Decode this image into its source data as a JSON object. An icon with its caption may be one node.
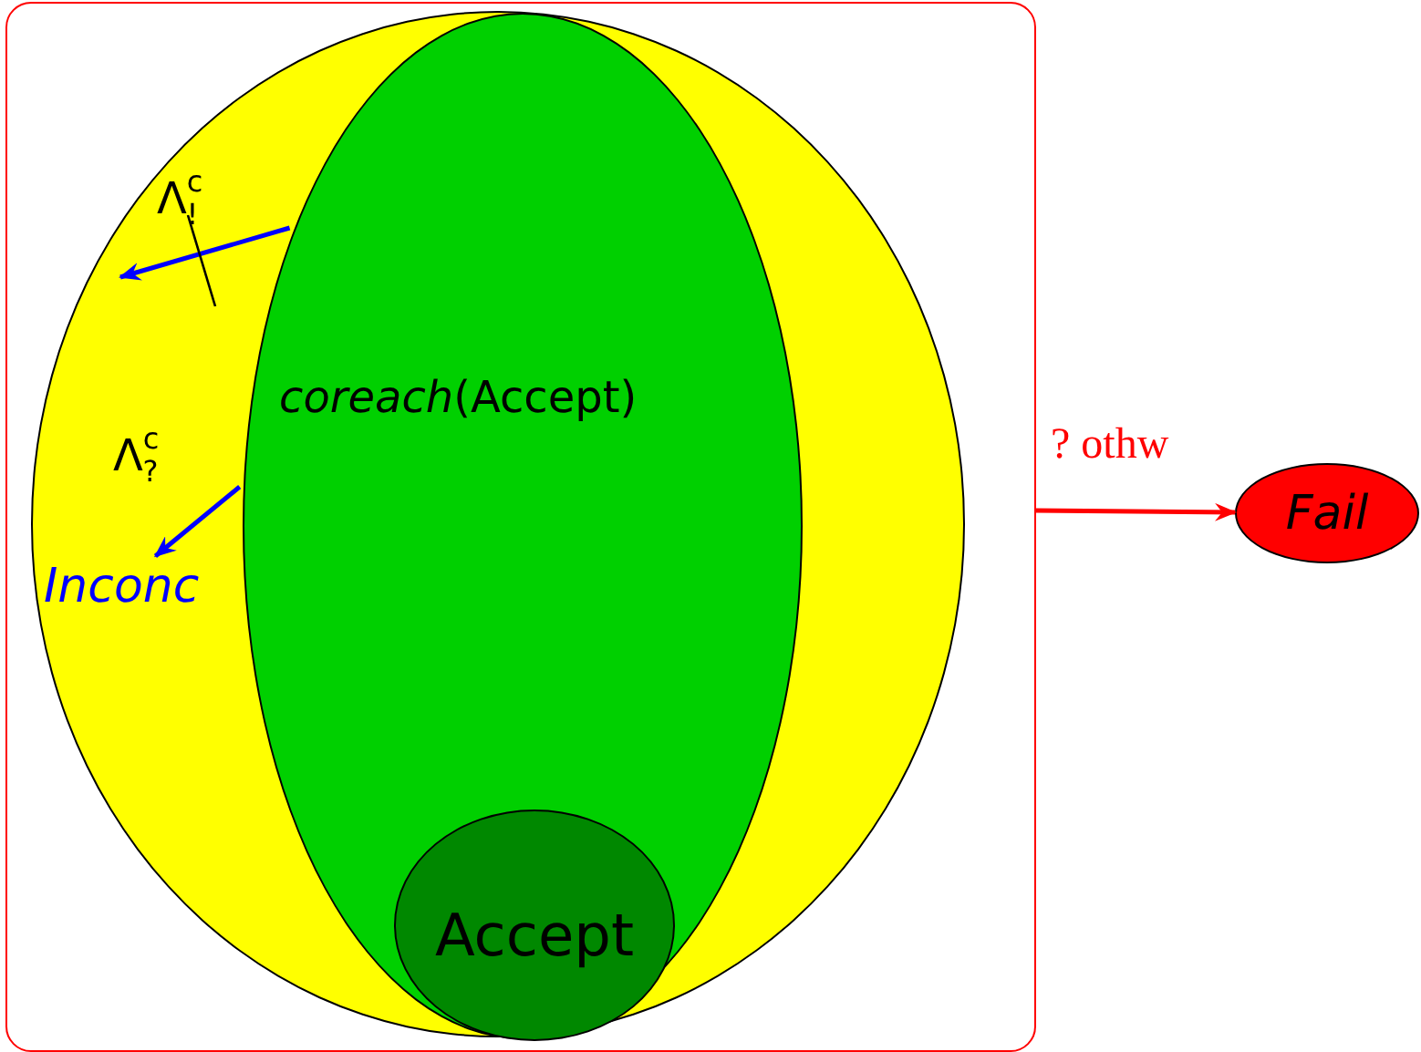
{
  "diagram": {
    "nodes": [
      {
        "text": [],
        "shape": "box"
      },
      {
        "text": [],
        "shape": "circle",
        "in": 0
      },
      {
        "text": [
          "*coreach*(Accept)"
        ],
        "in": 1
      },
      {
        "text": [
          "Accept"
        ],
        "in": 2
      },
      {
        "text": [
          "Fail"
        ]
      },
      {
        "text": [
          "Inconc"
        ],
        "in": 1
      }
    ],
    "edges": [
      {
        "from": 0,
        "to": 4,
        "arrow": "to",
        "label": "? othw",
        "color": "#ff0000"
      },
      {
        "from": 2,
        "to": null,
        "arrow": "to",
        "color": "#0000ff"
      },
      {
        "from": 2,
        "to": 5,
        "arrow": "to",
        "color": "#0000ff"
      }
    ],
    "labels": [
      "Λ$^{c}$$_{!}$",
      "Λ$^{c}$$_{?}$"
    ]
  }
}
